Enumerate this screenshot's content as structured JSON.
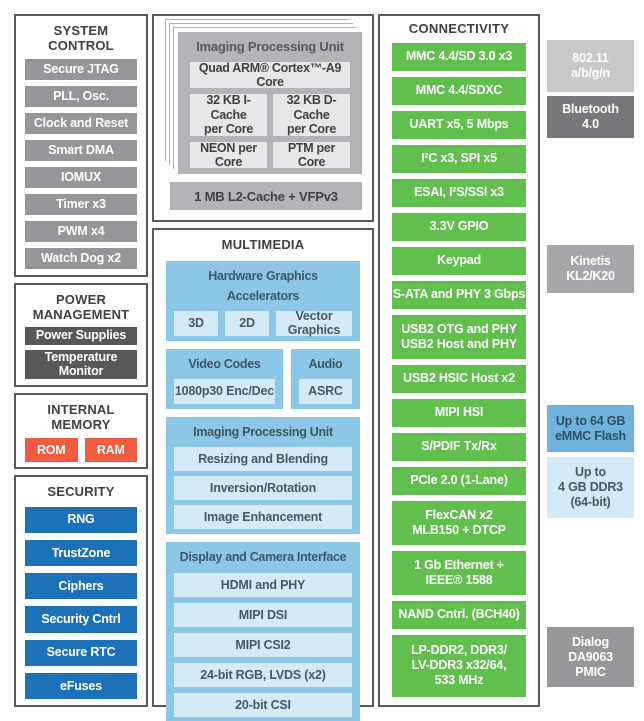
{
  "diagram": {
    "left": {
      "system_control": {
        "title": "SYSTEM CONTROL",
        "items": [
          "Secure JTAG",
          "PLL, Osc.",
          "Clock and Reset",
          "Smart DMA",
          "IOMUX",
          "Timer x3",
          "PWM x4",
          "Watch Dog x2"
        ]
      },
      "power_management": {
        "title": "POWER\nMANAGEMENT",
        "items": [
          "Power Supplies",
          "Temperature\nMonitor"
        ]
      },
      "internal_memory": {
        "title": "INTERNAL\nMEMORY",
        "items": [
          "ROM",
          "RAM"
        ]
      },
      "security": {
        "title": "SECURITY",
        "items": [
          "RNG",
          "TrustZone",
          "Ciphers",
          "Security Cntrl",
          "Secure RTC",
          "eFuses"
        ]
      }
    },
    "cpu_platform": {
      "card_title": "Imaging Processing Unit",
      "core": "Quad ARM® Cortex™-A9 Core",
      "icache": "32 KB I-Cache\nper Core",
      "dcache": "32 KB D-Cache\nper Core",
      "neon": "NEON per Core",
      "ptm": "PTM per Core",
      "l2_cache": "1 MB L2-Cache + VFPv3"
    },
    "multimedia": {
      "title": "MULTIMEDIA",
      "hga": {
        "title": "Hardware Graphics Accelerators",
        "items": [
          "3D",
          "2D",
          "Vector Graphics"
        ]
      },
      "video": {
        "title": "Video Codes",
        "items": [
          "1080p30 Enc/Dec"
        ]
      },
      "audio": {
        "title": "Audio",
        "items": [
          "ASRC"
        ]
      },
      "ipu": {
        "title": "Imaging Processing Unit",
        "items": [
          "Resizing and Blending",
          "Inversion/Rotation",
          "Image Enhancement"
        ]
      },
      "display": {
        "title": "Display and Camera Interface",
        "items": [
          "HDMI and PHY",
          "MIPI DSI",
          "MIPI CSI2",
          "24-bit RGB, LVDS (x2)",
          "20-bit CSI"
        ]
      }
    },
    "connectivity": {
      "title": "CONNECTIVITY",
      "items": [
        "MMC 4.4/SD 3.0 x3",
        "MMC 4.4/SDXC",
        "UART x5, 5 Mbps",
        "I²C x3, SPI x5",
        "ESAI, I²S/SSI x3",
        "3.3V GPIO",
        "Keypad",
        "S-ATA and PHY 3 Gbps",
        "USB2 OTG and PHY\nUSB2 Host and PHY",
        "USB2 HSIC Host x2",
        "MIPI HSI",
        "S/PDIF Tx/Rx",
        "PCIe 2.0 (1-Lane)",
        "FlexCAN x2\nMLB150 + DTCP",
        "1 Gb Ethernet +\nIEEE® 1588",
        "NAND Cntrl. (BCH40)",
        "LP-DDR2, DDR3/\nLV-DDR3 x32/64,\n533 MHz"
      ]
    },
    "external": {
      "wifi": "802.11\na/b/g/n",
      "bluetooth": "Bluetooth\n4.0",
      "kinetis": "Kinetis\nKL2/K20",
      "emmc": "Up to 64 GB\neMMC Flash",
      "ddr3": "Up to\n4 GB DDR3\n(64-bit)",
      "pmic": "Dialog\nDA9063\nPMIC"
    },
    "colors": {
      "green": "#62be4f",
      "security_blue": "#1d71b9",
      "orange": "#f15b40",
      "block_gray": "#949699",
      "dark_gray": "#58585a",
      "card_gray": "#b2b4b7",
      "container_blue": "#8cc7e7",
      "light_blue": "#d4eaf6"
    }
  }
}
